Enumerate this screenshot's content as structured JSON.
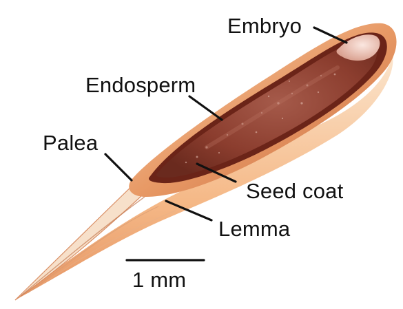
{
  "labels": {
    "embryo": "Embryo",
    "endosperm": "Endosperm",
    "palea": "Palea",
    "seed_coat": "Seed coat",
    "lemma": "Lemma"
  },
  "scale_bar": {
    "label": "1 mm"
  },
  "colors": {
    "endosperm": "#8a3c2c",
    "seed_coat": "#6b2418",
    "hull": "#e8a574",
    "lemma": "#f2b07a",
    "embryo": "#e9b7a8",
    "line": "#111111"
  }
}
